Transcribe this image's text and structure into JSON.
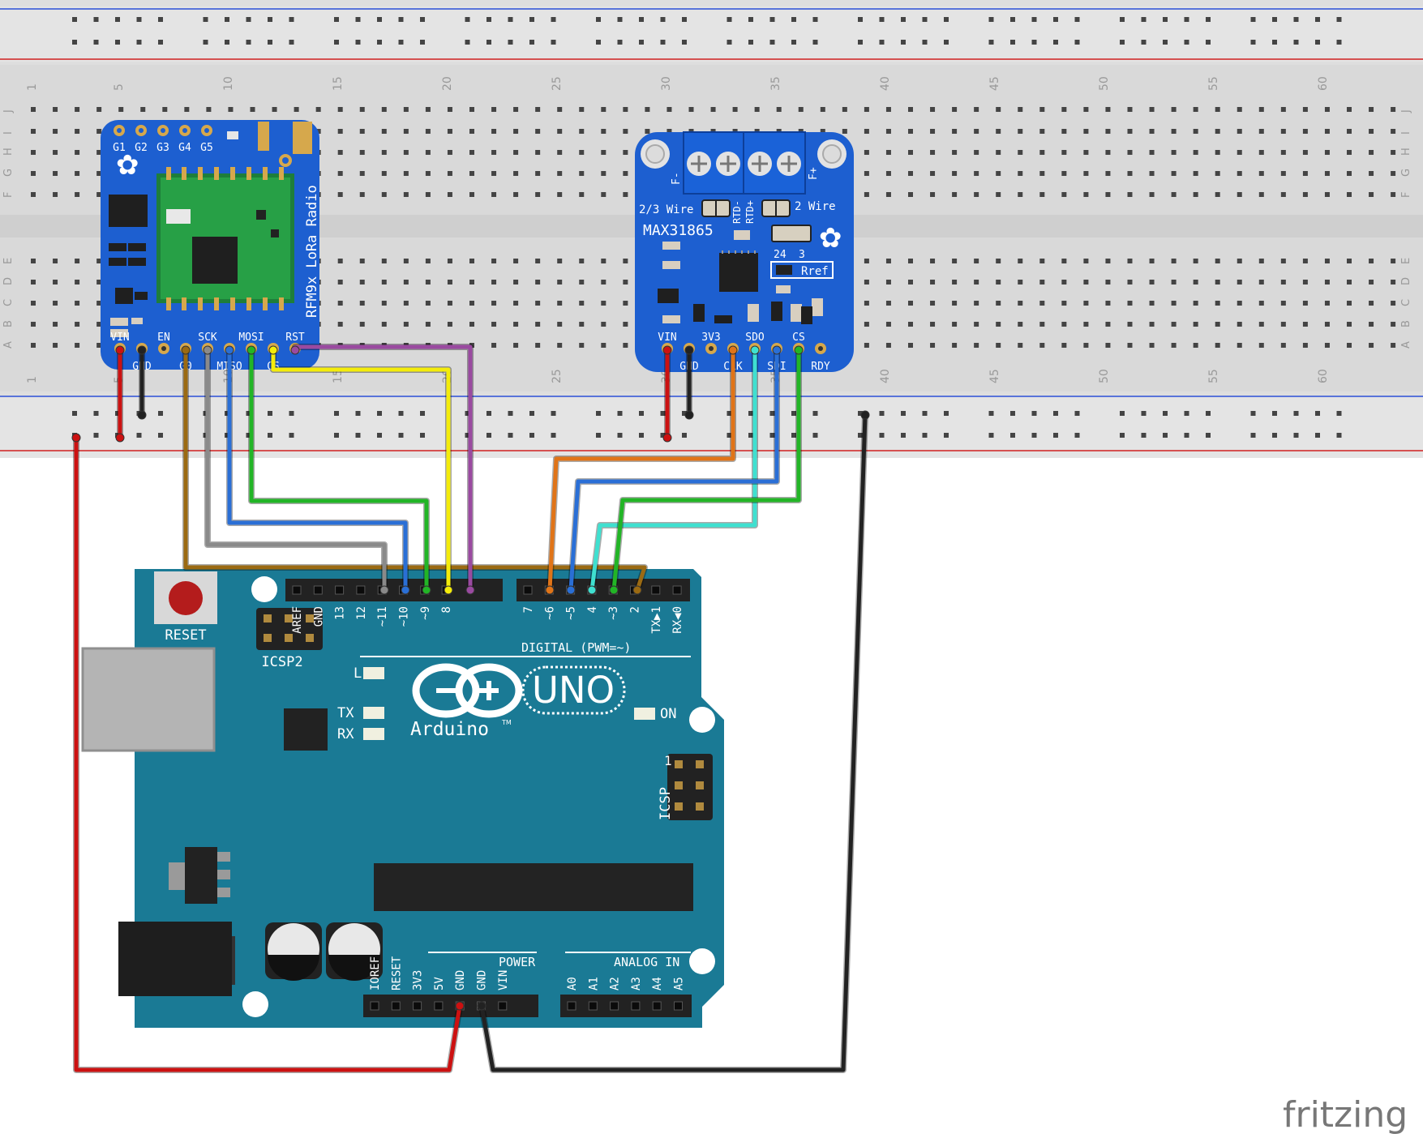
{
  "breadboard": {
    "column_numbers": [
      "1",
      "5",
      "10",
      "15",
      "20",
      "25",
      "30",
      "35",
      "40",
      "45",
      "50",
      "55",
      "60"
    ],
    "row_letters_top": [
      "J",
      "I",
      "H",
      "G",
      "F"
    ],
    "row_letters_bottom": [
      "E",
      "D",
      "C",
      "B",
      "A"
    ]
  },
  "rfm": {
    "title": "RFM9x LoRa Radio",
    "top_pins": [
      "G1",
      "G2",
      "G3",
      "G4",
      "G5"
    ],
    "pins_top_row": [
      "VIN",
      "EN",
      "SCK",
      "MOSI",
      "RST"
    ],
    "pins_bottom_row": [
      "GND",
      "G0",
      "MISO",
      "CS"
    ]
  },
  "max": {
    "title": "MAX31865",
    "wire23": "2/3 Wire",
    "wire2": "2 Wire",
    "num24": "24",
    "num3": "3",
    "rref": "Rref",
    "fminus": "F-",
    "fplus": "F+",
    "rtdminus": "RTD-",
    "rtdplus": "RTD+",
    "pins_top_row": [
      "VIN",
      "3V3",
      "SDO",
      "CS"
    ],
    "pins_bottom_row": [
      "GND",
      "CLK",
      "SDI",
      "RDY"
    ]
  },
  "arduino": {
    "reset": "RESET",
    "icsp2": "ICSP2",
    "icsp": "ICSP",
    "icsp_one": "1",
    "l": "L",
    "tx": "TX",
    "rx": "RX",
    "on": "ON",
    "brand": "Arduino",
    "tm": "TM",
    "model": "UNO",
    "digital": "DIGITAL (PWM=~)",
    "power": "POWER",
    "analog": "ANALOG IN",
    "digital_pins_left": [
      "AREF",
      "GND",
      "13",
      "12",
      "~11",
      "~10",
      "~9",
      "8"
    ],
    "digital_pins_right": [
      "7",
      "~6",
      "~5",
      "4",
      "~3",
      "2",
      "TX▶1",
      "RX◀0"
    ],
    "power_pins": [
      "IOREF",
      "RESET",
      "3V3",
      "5V",
      "GND",
      "GND",
      "VIN"
    ],
    "analog_pins": [
      "A0",
      "A1",
      "A2",
      "A3",
      "A4",
      "A5"
    ]
  },
  "watermark": "fritzing",
  "colors": {
    "breadboard": "#dcdcdc",
    "board_blue": "#1d5fd0",
    "arduino_teal": "#1a7a95",
    "wire_red": "#cc1111",
    "wire_black": "#222222",
    "wire_brown": "#9b6a12",
    "wire_gray": "#8a8a8a",
    "wire_blue": "#2a6fd6",
    "wire_green": "#22b526",
    "wire_yellow": "#f4ec0a",
    "wire_purple": "#9a4aa0",
    "wire_orange": "#e07418",
    "wire_cyan": "#3fe0d0"
  }
}
